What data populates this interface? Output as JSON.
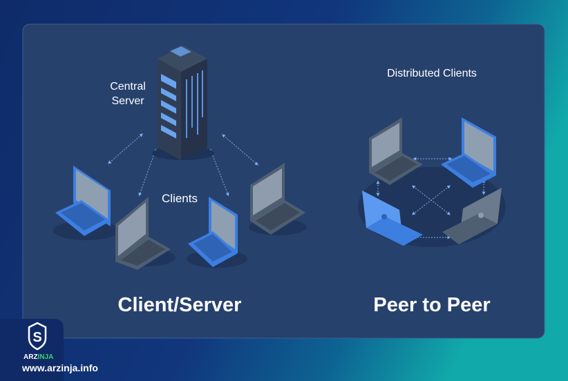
{
  "client_server": {
    "server_label_line1": "Central",
    "server_label_line2": "Server",
    "clients_label": "Clients",
    "title": "Client/Server"
  },
  "peer_to_peer": {
    "clients_label": "Distributed Clients",
    "title": "Peer to Peer"
  },
  "branding": {
    "logo_text_main": "ARZ",
    "logo_text_accent": "INJA",
    "website": "www.arzinja.info"
  },
  "colors": {
    "panel": "#27416d",
    "laptop_blue": "#3d7fe0",
    "laptop_gray": "#4f5f72",
    "accent_green": "#3bd16f",
    "arrow": "#7fb0ee"
  }
}
